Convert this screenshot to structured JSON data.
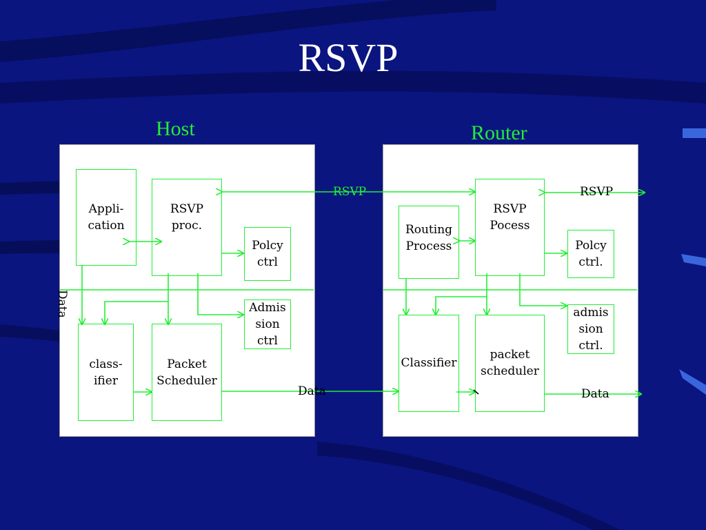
{
  "title": "RSVP",
  "host": {
    "label": "Host",
    "application": "Appli-\ncation",
    "rsvp_proc": "RSVP\nproc.",
    "policy_ctrl": "Polcy\nctrl",
    "admission_ctrl": "Admis\nsion\nctrl",
    "classifier": "class-\nifier",
    "packet_scheduler": "Packet\nScheduler",
    "data_label": "Data"
  },
  "router": {
    "label": "Router",
    "routing_process": "Routing\nProcess",
    "rsvp_process": "RSVP\nPocess",
    "policy_ctrl": "Polcy\nctrl.",
    "admission_ctrl": "admis\nsion\nctrl.",
    "classifier": "Classifier",
    "packet_scheduler": "packet\nscheduler",
    "rsvp_out_label": "RSVP",
    "data_out_label": "Data"
  },
  "links": {
    "rsvp_label": "RSVP",
    "data_label": "Data"
  },
  "colors": {
    "background": "#0a1580",
    "line": "#22ee33",
    "panel": "#ffffff",
    "title": "#ffffff"
  }
}
